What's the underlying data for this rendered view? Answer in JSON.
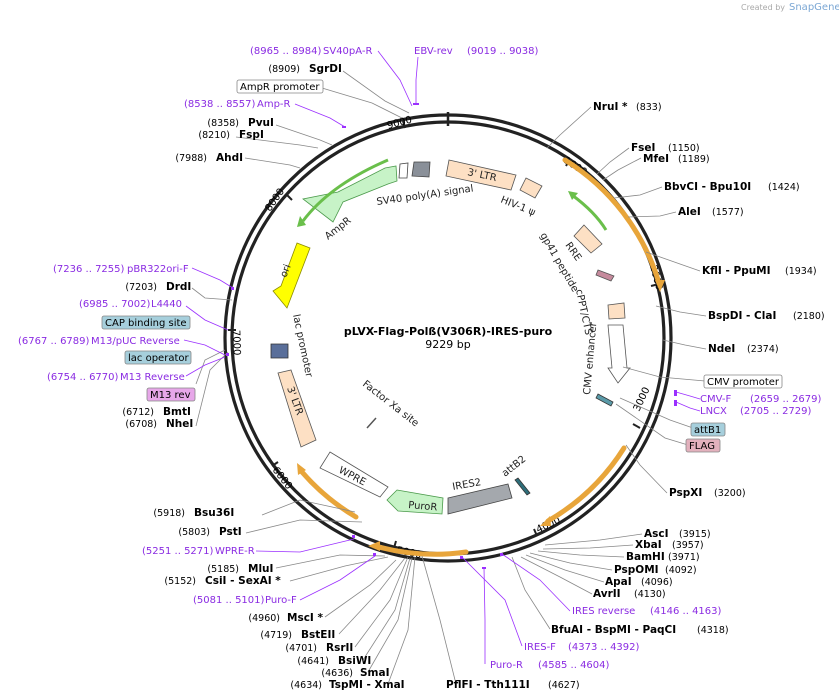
{
  "credit": {
    "prefix": "Created by",
    "brand": "SnapGene"
  },
  "plasmid": {
    "name": "pLVX-Flag-Polß(V306R)-IRES-puro",
    "size": "9229 bp"
  },
  "ticks": [
    "1000",
    "2000",
    "3000",
    "4000",
    "5000",
    "6000",
    "7000",
    "8000",
    "9000"
  ],
  "features": {
    "ltr3_top": "3' LTR",
    "hiv_psi": "HIV-1 ψ",
    "rre": "RRE",
    "gp41": "gp41 peptide",
    "cppt": "cPPT/CTS",
    "cmv_enh": "CMV enhancer",
    "sv40": "SV40 poly(A) signal",
    "ampr": "AmpR",
    "ori": "ori",
    "lac_prom": "lac promoter",
    "ltr3_bot": "3' LTR",
    "factor_xa": "Factor Xa site",
    "wpre": "WPRE",
    "puror": "PuroR",
    "ires2": "IRES2",
    "attb2": "attB2"
  },
  "enzymes": [
    {
      "name": "SgrDI",
      "pos": "(8909)"
    },
    {
      "name": "PvuI",
      "pos": "(8358)"
    },
    {
      "name": "FspI",
      "pos": "(8210)"
    },
    {
      "name": "AhdI",
      "pos": "(7988)"
    },
    {
      "name": "DrdI",
      "pos": "(7203)"
    },
    {
      "name": "BmtI",
      "pos": "(6712)"
    },
    {
      "name": "NheI",
      "pos": "(6708)"
    },
    {
      "name": "Bsu36I",
      "pos": "(5918)"
    },
    {
      "name": "PstI",
      "pos": "(5803)"
    },
    {
      "name": "MluI",
      "pos": "(5185)"
    },
    {
      "name": "CsiI - SexAI *",
      "pos": "(5152)"
    },
    {
      "name": "MscI *",
      "pos": "(4960)"
    },
    {
      "name": "BstEII",
      "pos": "(4719)"
    },
    {
      "name": "RsrII",
      "pos": "(4701)"
    },
    {
      "name": "BsiWI",
      "pos": "(4641)"
    },
    {
      "name": "SmaI",
      "pos": "(4636)"
    },
    {
      "name": "TspMI - XmaI",
      "pos": "(4634)"
    },
    {
      "name": "PflFI - Tth111I",
      "pos": "(4627)"
    },
    {
      "name": "NruI *",
      "pos": "(833)"
    },
    {
      "name": "FseI",
      "pos": "(1150)"
    },
    {
      "name": "MfeI",
      "pos": "(1189)"
    },
    {
      "name": "BbvCI - Bpu10I",
      "pos": "(1424)"
    },
    {
      "name": "AleI",
      "pos": "(1577)"
    },
    {
      "name": "KflI - PpuMI",
      "pos": "(1934)"
    },
    {
      "name": "BspDI - ClaI",
      "pos": "(2180)"
    },
    {
      "name": "NdeI",
      "pos": "(2374)"
    },
    {
      "name": "PspXI",
      "pos": "(3200)"
    },
    {
      "name": "AscI",
      "pos": "(3915)"
    },
    {
      "name": "XbaI",
      "pos": "(3957)"
    },
    {
      "name": "BamHI",
      "pos": "(3971)"
    },
    {
      "name": "PspOMI",
      "pos": "(4092)"
    },
    {
      "name": "ApaI",
      "pos": "(4096)"
    },
    {
      "name": "AvrII",
      "pos": "(4130)"
    },
    {
      "name": "BfuAI - BspMI - PaqCI",
      "pos": "(4318)"
    }
  ],
  "primers": [
    {
      "name": "SV40pA-R",
      "range": "(8965 .. 8984)"
    },
    {
      "name": "EBV-rev",
      "range": "(9019 .. 9038)"
    },
    {
      "name": "Amp-R",
      "range": "(8538 .. 8557)"
    },
    {
      "name": "pBR322ori-F",
      "range": "(7236 .. 7255)"
    },
    {
      "name": "L4440",
      "range": "(6985 .. 7002)"
    },
    {
      "name": "M13/pUC Reverse",
      "range": "(6767 .. 6789)"
    },
    {
      "name": "M13 Reverse",
      "range": "(6754 .. 6770)"
    },
    {
      "name": "WPRE-R",
      "range": "(5251 .. 5271)"
    },
    {
      "name": "Puro-F",
      "range": "(5081 .. 5101)"
    },
    {
      "name": "Puro-R",
      "range": "(4585 .. 4604)"
    },
    {
      "name": "IRES-F",
      "range": "(4373 .. 4392)"
    },
    {
      "name": "IRES reverse",
      "range": "(4146 .. 4163)"
    },
    {
      "name": "CMV-F",
      "range": "(2659 .. 2679)"
    },
    {
      "name": "LNCX",
      "range": "(2705 .. 2729)"
    }
  ],
  "boxed": {
    "ampr_promoter": "AmpR promoter",
    "cap_site": "CAP binding site",
    "lac_operator": "lac operator",
    "m13_rev": "M13 rev",
    "cmv_promoter": "CMV promoter",
    "attb1": "attB1",
    "flag": "FLAG"
  }
}
